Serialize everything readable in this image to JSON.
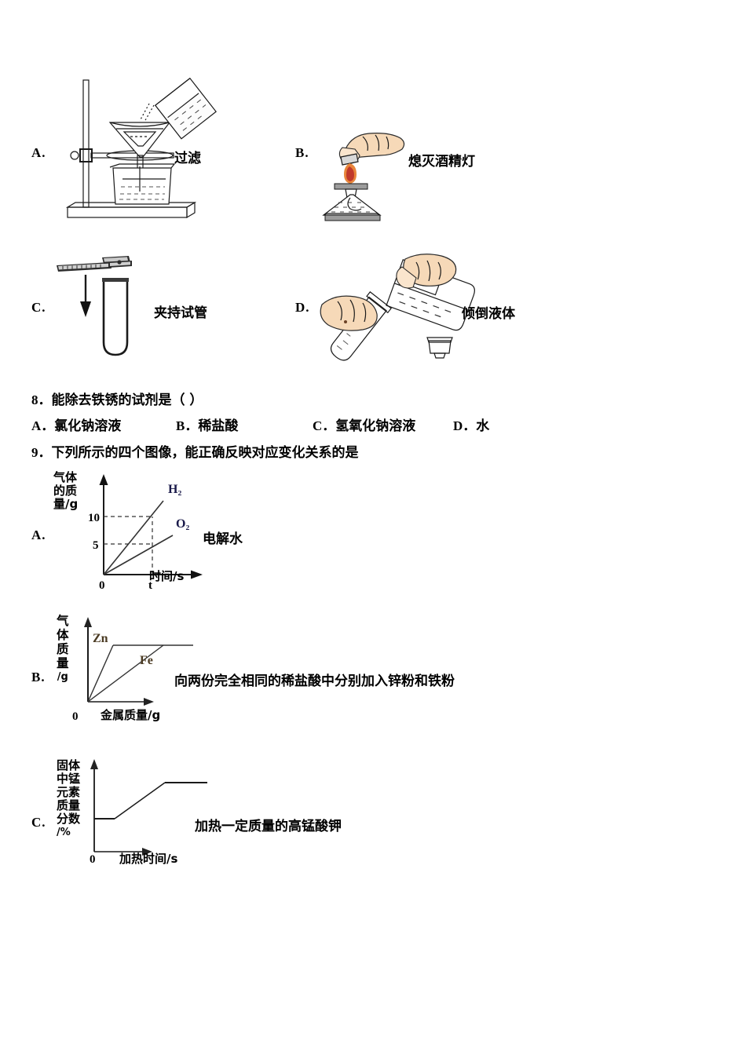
{
  "document": {
    "language": "zh-CN",
    "subject": "chemistry-exam-page"
  },
  "apparatus_options": [
    {
      "letter": "A.",
      "caption": "过滤",
      "figure": "filtration-apparatus",
      "parts": [
        "iron-stand",
        "ring-clamp",
        "funnel",
        "filter-paper",
        "beaker",
        "pouring-beaker",
        "glass-rod"
      ]
    },
    {
      "letter": "B.",
      "caption": "熄灭酒精灯",
      "figure": "extinguish-alcohol-lamp",
      "parts": [
        "hand",
        "lamp-cap",
        "flame",
        "alcohol-lamp",
        "wick"
      ]
    },
    {
      "letter": "C.",
      "caption": "夹持试管",
      "figure": "clamp-test-tube",
      "parts": [
        "test-tube-holder",
        "down-arrow",
        "test-tube"
      ]
    },
    {
      "letter": "D.",
      "caption": "倾倒液体",
      "figure": "pour-liquid",
      "parts": [
        "hand-left",
        "hand-right",
        "test-tube",
        "reagent-bottle",
        "bottle-stopper"
      ]
    }
  ],
  "question8": {
    "number": "8．",
    "stem": "能除去铁锈的试剂是（ ）",
    "options": [
      {
        "letter": "A．",
        "text": "氯化钠溶液"
      },
      {
        "letter": "B．",
        "text": "稀盐酸"
      },
      {
        "letter": "C．",
        "text": "氢氧化钠溶液"
      },
      {
        "letter": "D．",
        "text": "水"
      }
    ]
  },
  "question9": {
    "number": "9．",
    "stem": "下列所示的四个图像，能正确反映对应变化关系的是",
    "options": [
      {
        "letter": "A．",
        "caption": "电解水"
      },
      {
        "letter": "B．",
        "caption": "向两份完全相同的稀盐酸中分别加入锌粉和铁粉"
      },
      {
        "letter": "C．",
        "caption": "加热一定质量的高锰酸钾"
      }
    ]
  },
  "chart_data": [
    {
      "id": "chart-a",
      "type": "line",
      "title": "电解水",
      "option_letter": "A.",
      "ylabel": "气体的质量/g",
      "ylabel_chars": [
        "气体",
        "的质",
        "量/g"
      ],
      "xlabel": "时间/s",
      "origin_label": "0",
      "ytick_labels": [
        "5",
        "10"
      ],
      "ytick_values": [
        5,
        10
      ],
      "xtick_labels": [
        "t"
      ],
      "grid": false,
      "guide_lines": "dashed",
      "series": [
        {
          "name": "H₂",
          "label": "H2",
          "x": [
            0,
            1
          ],
          "values": [
            0,
            10
          ],
          "slope_note": "reaches 10 g at time t"
        },
        {
          "name": "O₂",
          "label": "O2",
          "x": [
            0,
            1
          ],
          "values": [
            0,
            5
          ],
          "slope_note": "reaches 5 g at time t"
        }
      ],
      "legend_position": "inline-at-line-end",
      "axis_ranges": {
        "x": [
          0,
          1.6
        ],
        "y": [
          0,
          14
        ]
      }
    },
    {
      "id": "chart-b",
      "type": "line",
      "title": "向两份完全相同的稀盐酸中分别加入锌粉和铁粉",
      "option_letter": "B.",
      "ylabel": "气体质量/g",
      "ylabel_chars": [
        "气",
        "体",
        "质",
        "量",
        "/g"
      ],
      "xlabel": "金属质量/g",
      "origin_label": "0",
      "ytick_labels": [],
      "xtick_labels": [],
      "grid": false,
      "series": [
        {
          "name": "Zn",
          "label": "Zn",
          "shape": "rise-then-plateau",
          "x": [
            0,
            0.28,
            1.0
          ],
          "values": [
            0,
            1.0,
            1.0
          ]
        },
        {
          "name": "Fe",
          "label": "Fe",
          "shape": "rise-then-plateau",
          "x": [
            0,
            0.62,
            1.0
          ],
          "values": [
            0,
            1.0,
            1.0
          ]
        }
      ],
      "legend_position": "inline-near-curve",
      "axis_ranges": {
        "x": [
          0,
          1.15
        ],
        "y": [
          0,
          1.35
        ]
      }
    },
    {
      "id": "chart-c",
      "type": "line",
      "title": "加热一定质量的高锰酸钾",
      "option_letter": "C.",
      "ylabel": "固体中锰元素质量分数/%",
      "ylabel_chars": [
        "固体",
        "中锰",
        "元素",
        "质量",
        "分数",
        "/%"
      ],
      "xlabel": "加热时间/s",
      "origin_label": "0",
      "ytick_labels": [],
      "xtick_labels": [],
      "grid": false,
      "series": [
        {
          "name": "manganese-mass-fraction",
          "shape": "flat-rise-flat",
          "x": [
            0,
            0.18,
            0.62,
            1.0
          ],
          "values": [
            0.35,
            0.35,
            0.78,
            0.78
          ]
        }
      ],
      "axis_ranges": {
        "x": [
          0,
          1.05
        ],
        "y": [
          0,
          1.0
        ]
      }
    }
  ]
}
